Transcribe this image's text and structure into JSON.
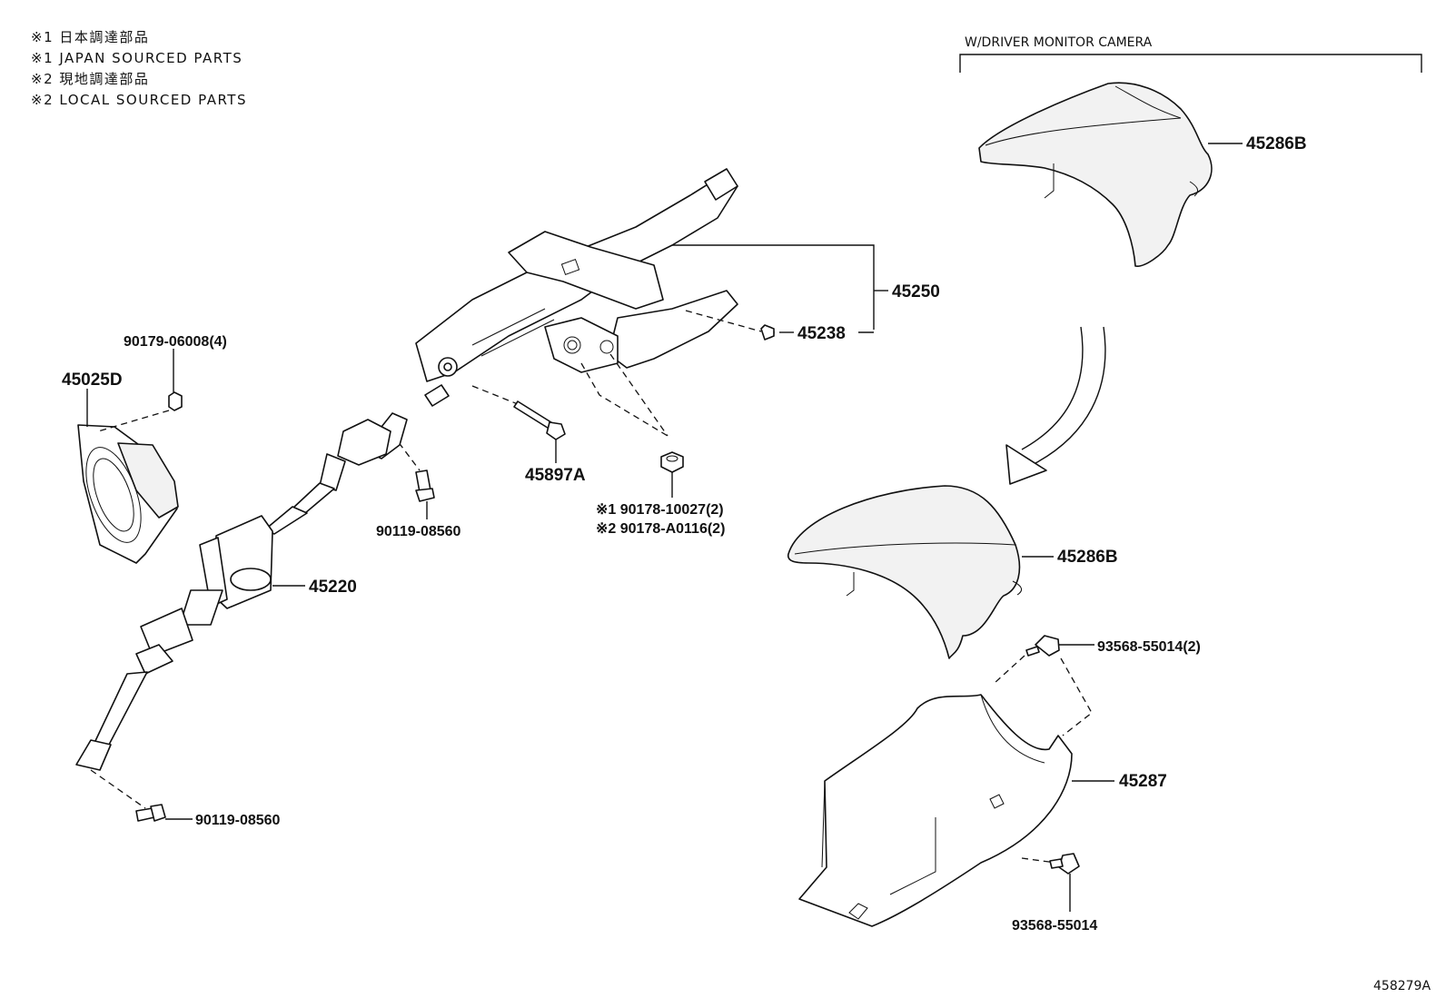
{
  "notes": [
    "※1 日本調達部品",
    "※1 JAPAN SOURCED PARTS",
    "※2 現地調達部品",
    "※2 LOCAL SOURCED PARTS"
  ],
  "camera_note": "W/DRIVER MONITOR CAMERA",
  "labels": {
    "p45286b_top": "45286B",
    "p45250": "45250",
    "p45238": "45238",
    "p90179": "90179-06008(4)",
    "p45025d": "45025D",
    "p45897a": "45897A",
    "p90178_1": "※1 90178-10027(2)",
    "p90178_2": "※2 90178-A0116(2)",
    "p90119_mid": "90119-08560",
    "p45220": "45220",
    "p45286b_mid": "45286B",
    "p93568_2": "93568-55014(2)",
    "p45287": "45287",
    "p90119_bot": "90119-08560",
    "p93568": "93568-55014"
  },
  "diagram_ref": "458279A"
}
